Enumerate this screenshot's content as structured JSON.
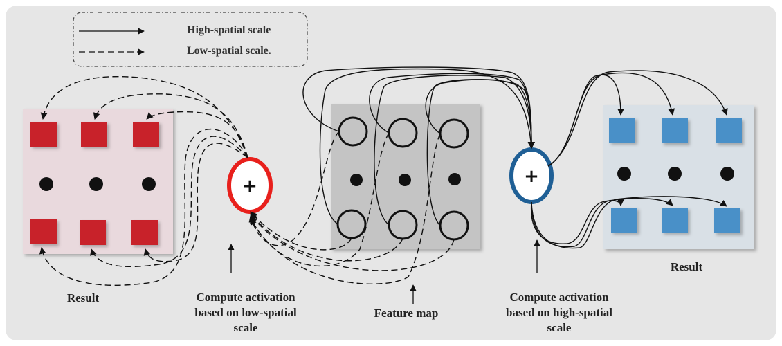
{
  "legend": {
    "high_label": "High-spatial scale",
    "low_label": "Low-spatial scale."
  },
  "labels": {
    "result_left": "Result",
    "result_right": "Result",
    "feature_map": "Feature map",
    "compute_low": [
      "Compute activation",
      "based on low-spatial",
      "scale"
    ],
    "compute_high": [
      "Compute activation",
      "based on high-spatial",
      "scale"
    ]
  },
  "operators": {
    "low_symbol": "+",
    "high_symbol": "+"
  },
  "colors": {
    "background": "#e6e6e6",
    "left_panel": "#e9d9dd",
    "left_square": "#c8242a",
    "middle_panel": "#c4c4c4",
    "right_panel": "#d9e0e6",
    "right_square": "#4a90c8",
    "low_ring": "#e8201c",
    "high_ring": "#1f5f95"
  }
}
